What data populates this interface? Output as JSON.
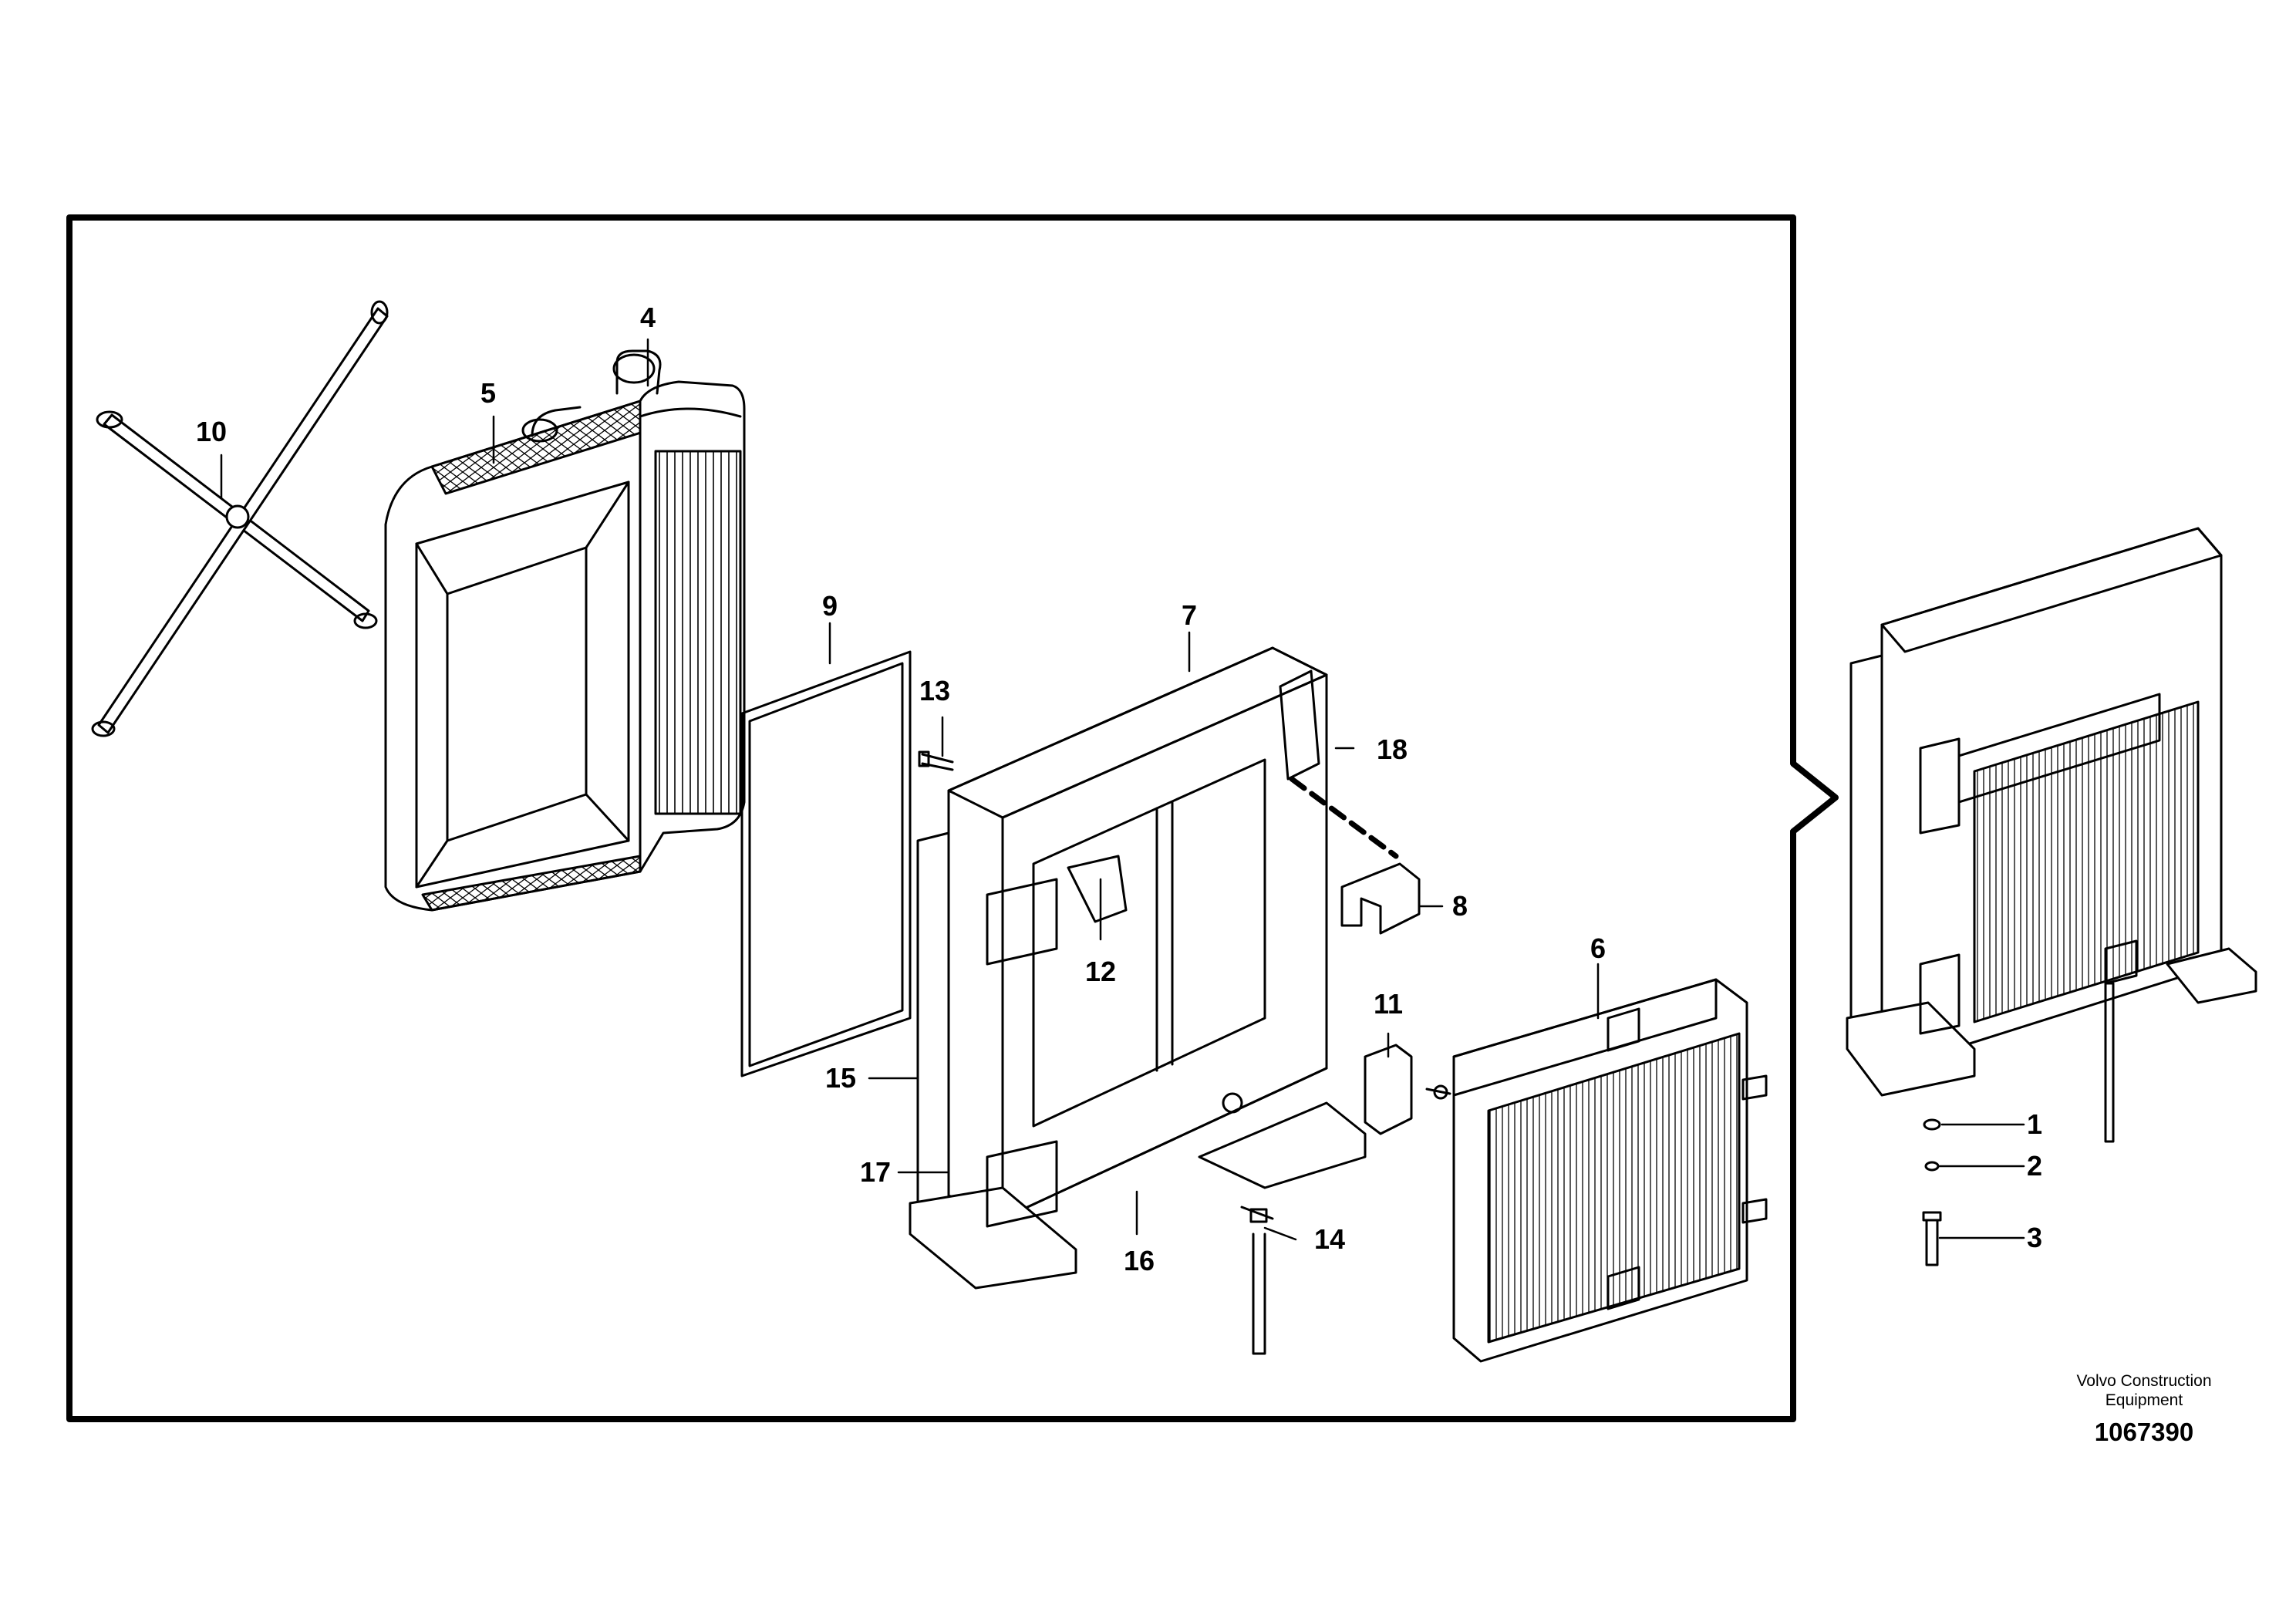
{
  "colors": {
    "line": "#000000",
    "background": "#ffffff"
  },
  "callouts": [
    "1",
    "2",
    "3",
    "4",
    "5",
    "6",
    "7",
    "8",
    "9",
    "10",
    "11",
    "12",
    "13",
    "14",
    "15",
    "16",
    "17",
    "18"
  ],
  "brand": {
    "name": "Volvo Construction Equipment",
    "drawing_number": "1067390"
  },
  "parts": [
    {
      "id": "part-10",
      "callout": "10",
      "shape": "x-shaped-brace"
    },
    {
      "id": "part-5",
      "callout": "5",
      "shape": "radiator"
    },
    {
      "id": "part-4",
      "callout": "4",
      "shape": "charge-air-cooler"
    },
    {
      "id": "part-9",
      "callout": "9",
      "shape": "seal-frame"
    },
    {
      "id": "part-7",
      "callout": "7",
      "shape": "cooler-frame"
    },
    {
      "id": "part-6",
      "callout": "6",
      "shape": "oil-cooler"
    },
    {
      "id": "part-assembly",
      "callout": "",
      "shape": "assembled-cooler-unit"
    }
  ]
}
